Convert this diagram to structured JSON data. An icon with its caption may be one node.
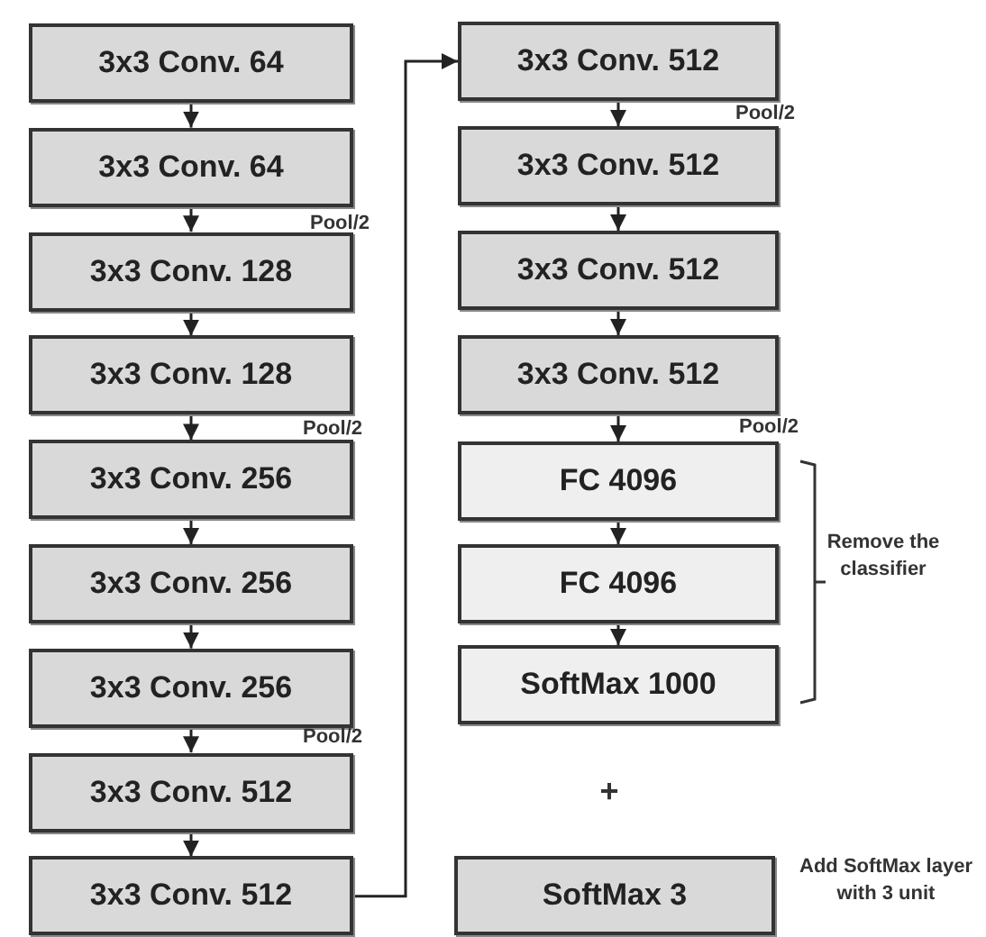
{
  "diagram": {
    "nodes": [
      {
        "text": [
          "3x3 Conv. 64"
        ]
      },
      {
        "text": [
          "3x3 Conv. 64"
        ]
      },
      {
        "text": [
          "3x3 Conv. 128"
        ]
      },
      {
        "text": [
          "3x3 Conv. 128"
        ]
      },
      {
        "text": [
          "3x3 Conv. 256"
        ]
      },
      {
        "text": [
          "3x3 Conv. 256"
        ]
      },
      {
        "text": [
          "3x3 Conv. 256"
        ]
      },
      {
        "text": [
          "3x3 Conv. 512"
        ]
      },
      {
        "text": [
          "3x3 Conv. 512"
        ]
      },
      {
        "text": [
          "3x3 Conv. 512"
        ]
      },
      {
        "text": [
          "3x3 Conv. 512"
        ]
      },
      {
        "text": [
          "3x3 Conv. 512"
        ]
      },
      {
        "text": [
          "3x3 Conv. 512"
        ]
      },
      {
        "text": [
          "FC 4096"
        ]
      },
      {
        "text": [
          "FC 4096"
        ]
      },
      {
        "text": [
          "SoftMax 1000"
        ]
      },
      {
        "text": [
          "SoftMax 3"
        ],
        "beside": [
          "Add SoftMax layer with 3 unit"
        ]
      }
    ],
    "edges": [
      {
        "from": 0,
        "to": 1,
        "arrow": "to"
      },
      {
        "from": 1,
        "to": 2,
        "arrow": "to"
      },
      {
        "from": 2,
        "to": 3,
        "arrow": "to"
      },
      {
        "from": 3,
        "to": 4,
        "arrow": "to"
      },
      {
        "from": 4,
        "to": 5,
        "arrow": "to"
      },
      {
        "from": 5,
        "to": 6,
        "arrow": "to"
      },
      {
        "from": 6,
        "to": 7,
        "arrow": "to"
      },
      {
        "from": 7,
        "to": 8,
        "arrow": "to"
      },
      {
        "from": 8,
        "to": 9,
        "arrow": "to"
      },
      {
        "from": 9,
        "to": 10,
        "arrow": "to"
      },
      {
        "from": 10,
        "to": 11,
        "arrow": "to"
      },
      {
        "from": 11,
        "to": 12,
        "arrow": "to"
      },
      {
        "from": 12,
        "to": 13,
        "arrow": "to"
      },
      {
        "from": 13,
        "to": 14,
        "arrow": "to"
      },
      {
        "from": 14,
        "to": 15,
        "arrow": "to"
      }
    ],
    "labels": [
      "Pool/2",
      "Pool/2",
      "Pool/2",
      "Pool/2",
      "Pool/2",
      "Remove the classifier",
      "+"
    ]
  }
}
